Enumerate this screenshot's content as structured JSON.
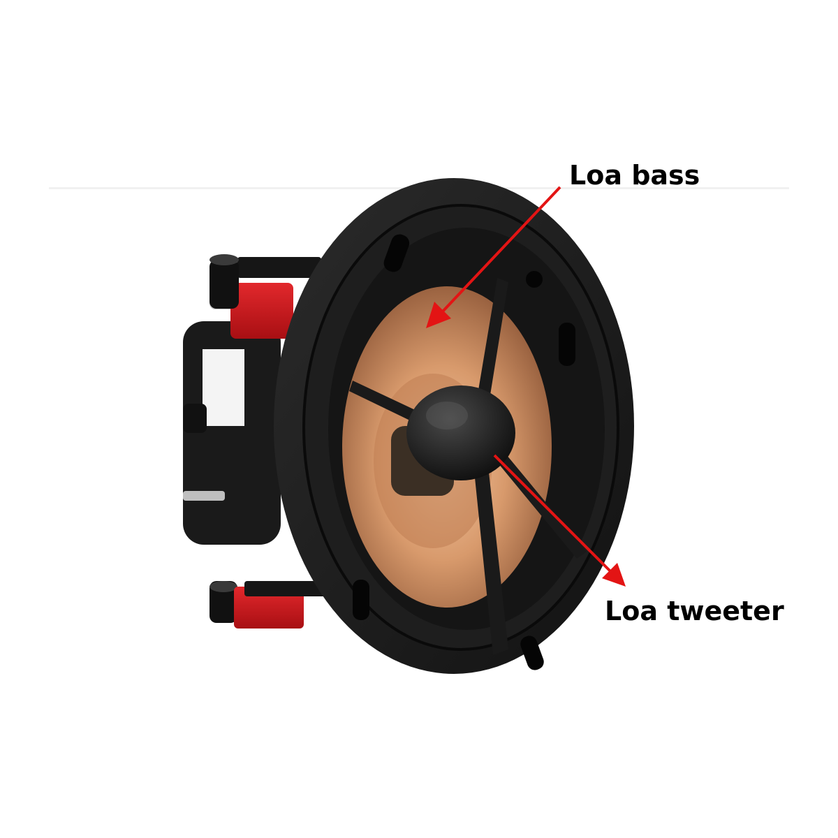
{
  "annotations": {
    "bass_label": "Loa bass",
    "tweeter_label": "Loa tweeter"
  },
  "colors": {
    "arrow": "#e31414",
    "label_text": "#000000",
    "background": "#ffffff",
    "cone": "#c98a5e",
    "frame": "#1c1c1c",
    "mount_clamp": "#c8161b"
  },
  "icons": {
    "bass_arrow": "red-arrow",
    "tweeter_arrow": "red-arrow",
    "product": "in-ceiling-speaker"
  }
}
